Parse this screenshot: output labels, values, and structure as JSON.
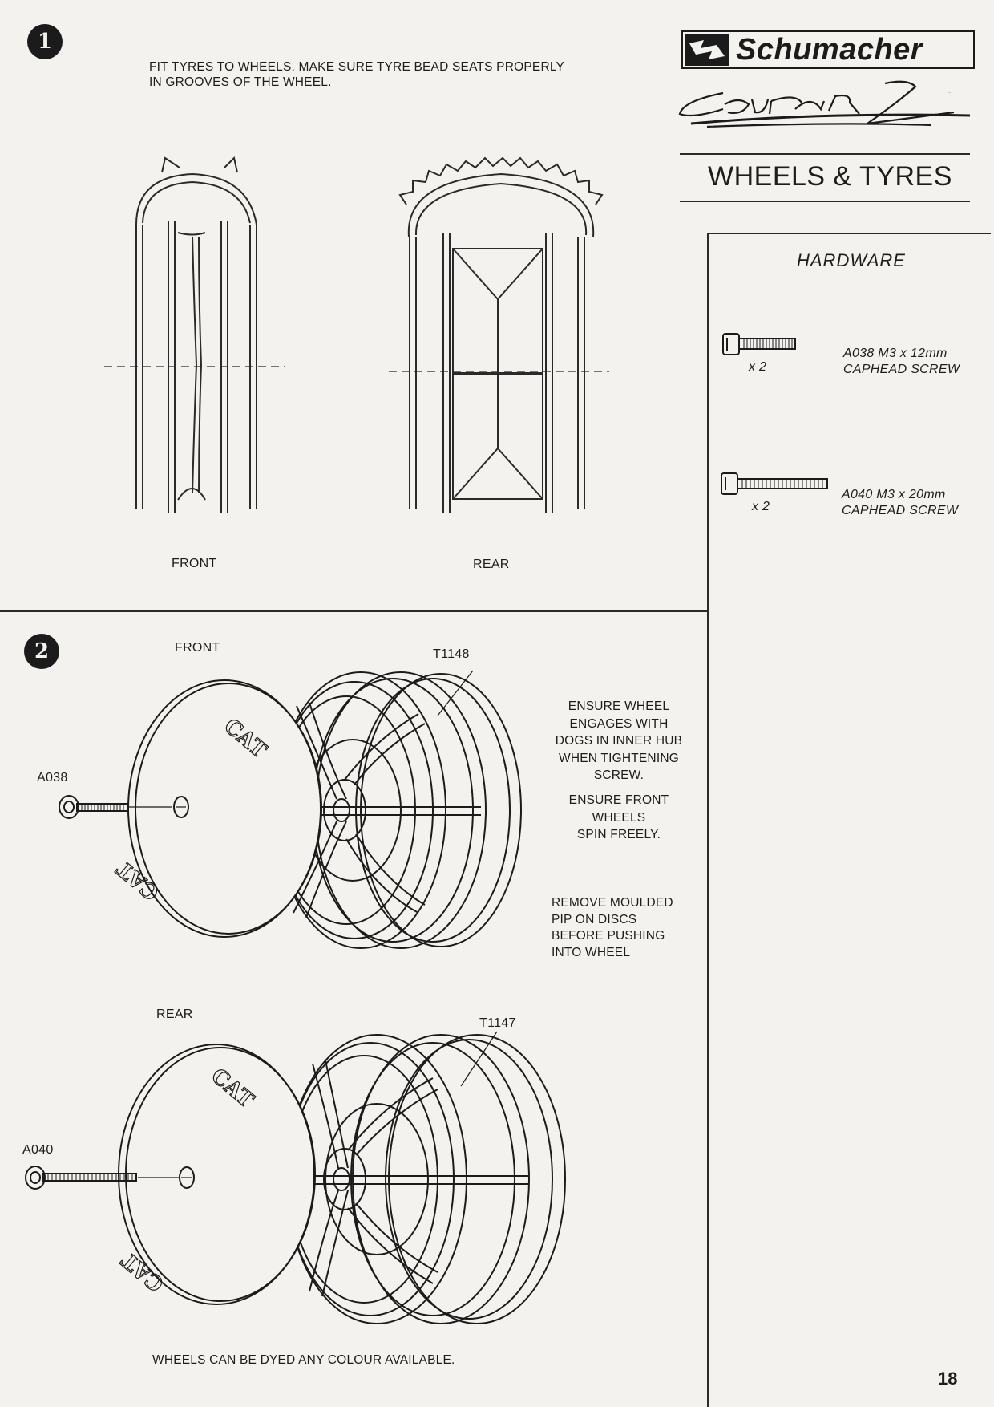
{
  "step1": {
    "number": "1",
    "instruction_line1": "FIT TYRES TO WHEELS.  MAKE SURE TYRE BEAD SEATS PROPERLY",
    "instruction_line2": "IN GROOVES OF THE WHEEL.",
    "front_label": "FRONT",
    "rear_label": "REAR"
  },
  "header": {
    "brand": "Schumacher",
    "model_logo": "Cougar 2",
    "section_title": "WHEELS & TYRES"
  },
  "hardware": {
    "title": "HARDWARE",
    "items": [
      {
        "qty": "x 2",
        "code_desc_line1": "A038 M3 x 12mm",
        "code_desc_line2": "CAPHEAD SCREW"
      },
      {
        "qty": "x 2",
        "code_desc_line1": "A040 M3 x 20mm",
        "code_desc_line2": "CAPHEAD SCREW"
      }
    ]
  },
  "step2": {
    "number": "2",
    "front_label": "FRONT",
    "front_wheel_part": "T1148",
    "front_screw_part": "A038",
    "rear_label": "REAR",
    "rear_wheel_part": "T1147",
    "rear_screw_part": "A040",
    "disc_text": "CAT",
    "note1": [
      "ENSURE WHEEL",
      "ENGAGES WITH",
      "DOGS IN INNER HUB",
      "WHEN TIGHTENING",
      "SCREW."
    ],
    "note2": [
      "ENSURE FRONT",
      "WHEELS",
      "SPIN FREELY."
    ],
    "note3": [
      "REMOVE MOULDED",
      "PIP ON DISCS",
      "BEFORE PUSHING",
      "INTO WHEEL"
    ],
    "footer_note": "WHEELS CAN BE DYED ANY COLOUR AVAILABLE."
  },
  "page_number": "18"
}
